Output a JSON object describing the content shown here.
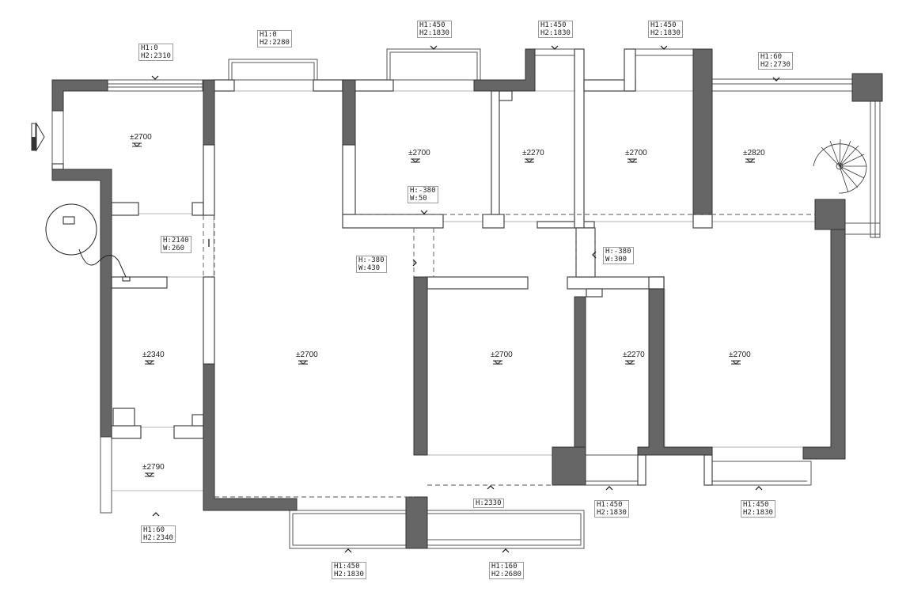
{
  "openings": [
    {
      "id": "w1",
      "h1": "H1:0",
      "h2": "H2:2310"
    },
    {
      "id": "w2",
      "h1": "H1:0",
      "h2": "H2:2280"
    },
    {
      "id": "w3",
      "h1": "H1:450",
      "h2": "H2:1830"
    },
    {
      "id": "w4",
      "h1": "H1:450",
      "h2": "H2:1830"
    },
    {
      "id": "w5",
      "h1": "H1:450",
      "h2": "H2:1830"
    },
    {
      "id": "w6",
      "h1": "H1:60",
      "h2": "H2:2730"
    },
    {
      "id": "w7",
      "h1": "H1:60",
      "h2": "H2:2340"
    },
    {
      "id": "w8",
      "h1": "H1:450",
      "h2": "H2:1830"
    },
    {
      "id": "w9",
      "h1": "H1:160",
      "h2": "H2:2680"
    },
    {
      "id": "w10",
      "h1": "H1:450",
      "h2": "H2:1830"
    },
    {
      "id": "w11",
      "h1": "H1:450",
      "h2": "H2:1830"
    }
  ],
  "beams": [
    {
      "id": "b1",
      "h": "H:-380",
      "w": "W:50"
    },
    {
      "id": "b2",
      "h": "H:2140",
      "w": "W:260"
    },
    {
      "id": "b3",
      "h": "H:-380",
      "w": "W:430"
    },
    {
      "id": "b4",
      "h": "H:-380",
      "w": "W:300"
    }
  ],
  "beam_single": [
    {
      "id": "b5",
      "h": "H:2330"
    }
  ],
  "rooms": [
    {
      "id": "r1",
      "height": "±2700"
    },
    {
      "id": "r2",
      "height": "±2700"
    },
    {
      "id": "r3",
      "height": "±2270"
    },
    {
      "id": "r4",
      "height": "±2700"
    },
    {
      "id": "r5",
      "height": "±2820"
    },
    {
      "id": "r6",
      "height": "±2340"
    },
    {
      "id": "r7",
      "height": "±2700"
    },
    {
      "id": "r8",
      "height": "±2700"
    },
    {
      "id": "r9",
      "height": "±2270"
    },
    {
      "id": "r10",
      "height": "±2700"
    },
    {
      "id": "r11",
      "height": "±2790"
    }
  ],
  "colors": {
    "wall": "#666666",
    "line": "#444444",
    "thin": "#888888",
    "background": "#ffffff"
  }
}
